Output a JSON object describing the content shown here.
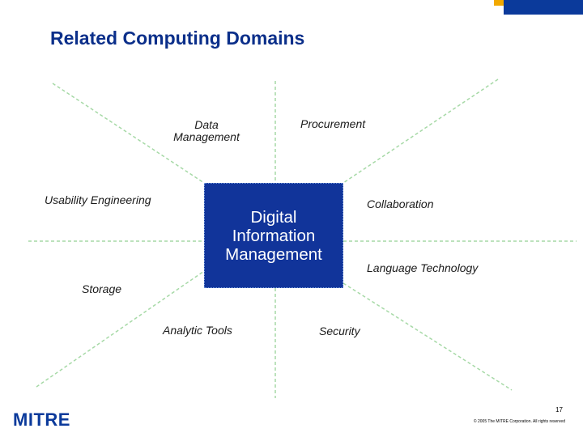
{
  "slide": {
    "title": "Related Computing Domains",
    "center_label_lines": [
      "Digital",
      "Information",
      "Management"
    ],
    "domains": {
      "data_management": [
        "Data",
        "Management"
      ],
      "procurement": "Procurement",
      "usability_engineering": "Usability Engineering",
      "collaboration": "Collaboration",
      "language_technology": "Language Technology",
      "storage": "Storage",
      "analytic_tools": "Analytic Tools",
      "security": "Security"
    },
    "logo_text": "MITRE",
    "slide_number": "17",
    "copyright": "© 2005 The MITRE Corporation. All rights reserved"
  },
  "colors": {
    "title": "#0b2f8a",
    "center_box": "#11349a",
    "spoke_lines": "#a6d9a6",
    "accent_orange": "#f2a900",
    "accent_blue": "#0b3a9b"
  }
}
